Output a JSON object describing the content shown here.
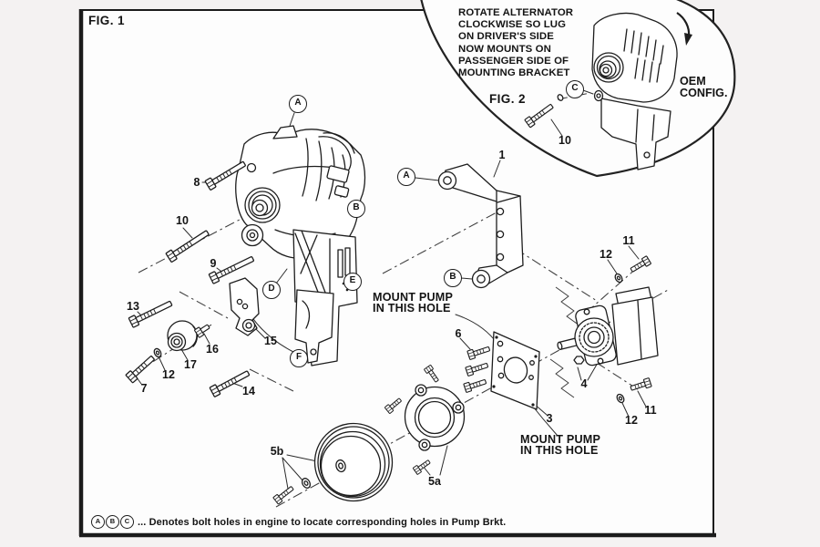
{
  "frame": {
    "fig1_title": "FIG. 1"
  },
  "fig2": {
    "title": "FIG. 2",
    "note_lines": [
      "ROTATE ALTERNATOR",
      "CLOCKWISE SO LUG",
      "ON DRIVER'S SIDE",
      "NOW MOUNTS ON",
      "PASSENGER SIDE OF",
      "MOUNTING BRACKET"
    ],
    "oem_line1": "OEM",
    "oem_line2": "CONFIG."
  },
  "labels": {
    "mount_pump_line1": "MOUNT PUMP",
    "mount_pump_line2": "IN THIS HOLE"
  },
  "parts": {
    "p1": "1",
    "p3": "3",
    "p4": "4",
    "p5a": "5a",
    "p5b": "5b",
    "p6": "6",
    "p7": "7",
    "p8": "8",
    "p9": "9",
    "p10": "10",
    "p11": "11",
    "p12": "12",
    "p13": "13",
    "p14": "14",
    "p15": "15",
    "p16": "16",
    "p17": "17"
  },
  "holes": {
    "A": "A",
    "B": "B",
    "C": "C",
    "D": "D",
    "E": "E",
    "F": "F"
  },
  "footnote": {
    "circ_a": "A",
    "circ_b": "B",
    "circ_c": "C",
    "text": "... Denotes bolt holes in engine to locate corresponding holes in Pump Brkt."
  }
}
